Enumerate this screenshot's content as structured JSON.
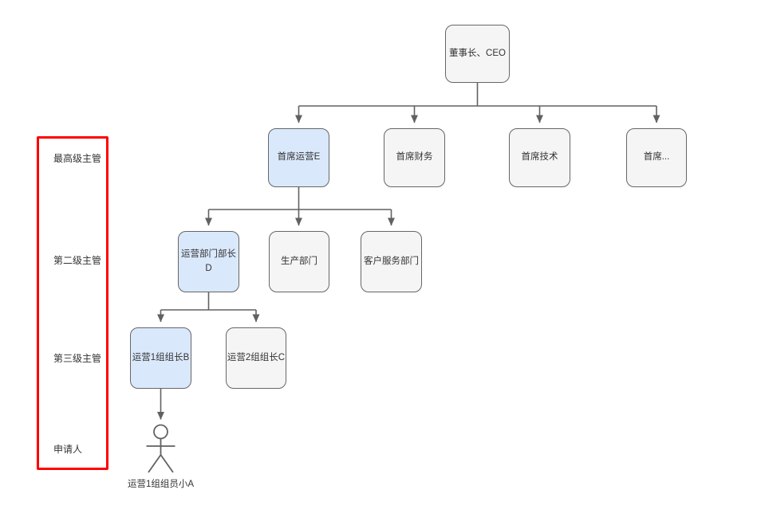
{
  "diagram": {
    "type": "org-chart-approval-flow",
    "colors": {
      "highlight_node_fill": "#dae8fc",
      "default_node_fill": "#f5f5f5",
      "node_border": "#666666",
      "connector": "#616161",
      "lane_frame_border": "#ff0000",
      "text": "#333333",
      "background": "#ffffff"
    }
  },
  "lanes": [
    {
      "label": "最高级主管"
    },
    {
      "label": "第二级主管"
    },
    {
      "label": "第三级主管"
    },
    {
      "label": "申请人"
    }
  ],
  "nodes": {
    "ceo": {
      "label": "董事长、CEO",
      "highlighted": false
    },
    "coo": {
      "label": "首席运营E",
      "highlighted": true
    },
    "cfo": {
      "label": "首席财务",
      "highlighted": false
    },
    "cto": {
      "label": "首席技术",
      "highlighted": false
    },
    "chief_other": {
      "label": "首席...",
      "highlighted": false
    },
    "ops_dept_head": {
      "label": "运营部门部长D",
      "highlighted": true
    },
    "production_dept": {
      "label": "生产部门",
      "highlighted": false
    },
    "customer_service": {
      "label": "客户服务部门",
      "highlighted": false
    },
    "ops_team1_leader": {
      "label": "运营1组组长B",
      "highlighted": true
    },
    "ops_team2_leader": {
      "label": "运营2组组长C",
      "highlighted": false
    },
    "applicant": {
      "label": "运营1组组员小A"
    }
  }
}
